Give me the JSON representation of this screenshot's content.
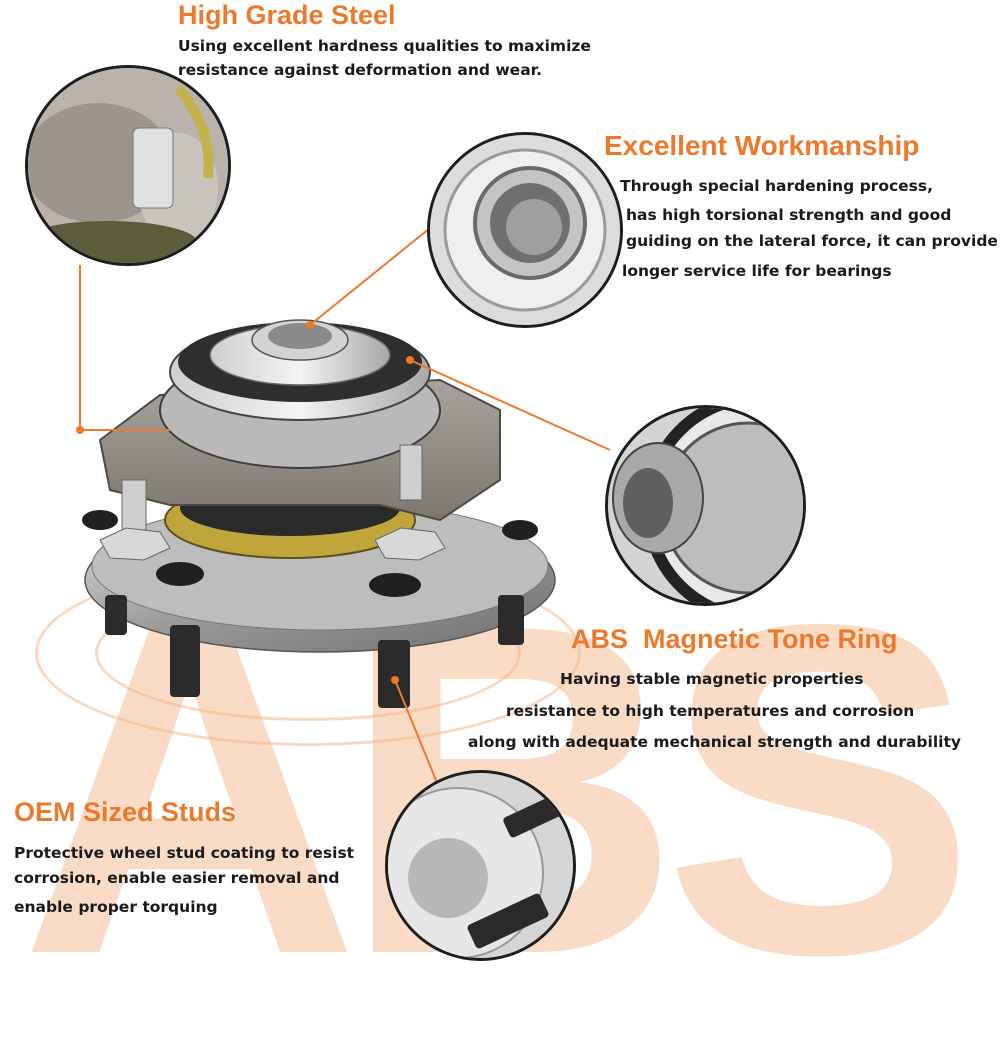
{
  "watermark": {
    "text": "ABS"
  },
  "colors": {
    "accent": "#ec7a2d",
    "watermark": "#f9d8c0",
    "text": "#1a1a1a"
  },
  "features": {
    "steel": {
      "title": "High Grade Steel",
      "lines": [
        "Using excellent hardness qualities to maximize",
        "resistance against deformation and wear."
      ]
    },
    "workmanship": {
      "title": "Excellent Workmanship",
      "lines": [
        "Through special hardening process,",
        "has high torsional strength and good",
        "guiding on the lateral force, it can provide",
        "longer service life for bearings"
      ]
    },
    "abs_ring": {
      "title": "ABS  Magnetic Tone Ring",
      "lines": [
        "Having stable magnetic properties",
        "resistance to high temperatures and corrosion",
        "along with adequate mechanical strength and durability"
      ]
    },
    "studs": {
      "title": "OEM Sized Studs",
      "lines": [
        "Protective wheel stud coating to resist",
        "corrosion, enable easier removal and",
        "enable proper torquing"
      ]
    }
  }
}
